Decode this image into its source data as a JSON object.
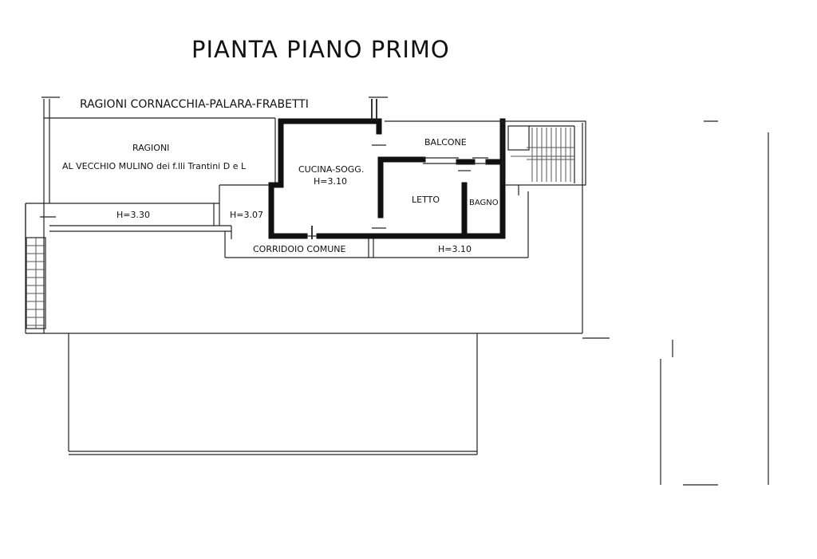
{
  "drawing": {
    "title": "PIANTA  PIANO  PRIMO",
    "labels": {
      "ragioni_cornacchia": "RAGIONI  CORNACCHIA-PALARA-FRABETTI",
      "ragioni": "RAGIONI",
      "vecchio_mulino": "AL  VECCHIO  MULINO  dei  f.lli  Trantini  D  e  L",
      "cucina_sogg": "CUCINA-SOGG.",
      "cucina_h": "H=3.10",
      "balcone": "BALCONE",
      "letto": "LETTO",
      "bagno": "BAGNO",
      "h_330": "H=3.30",
      "h_307": "H=3.07",
      "corridoio": "CORRIDOIO  COMUNE",
      "h_310": "H=3.10"
    }
  }
}
